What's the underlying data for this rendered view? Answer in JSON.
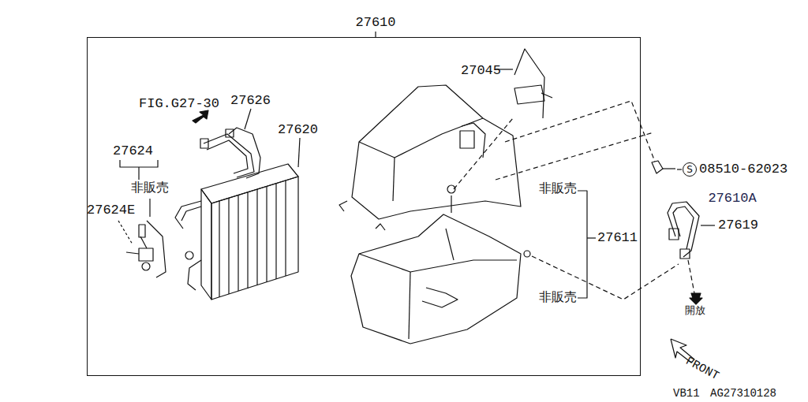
{
  "diagram": {
    "nodes": [
      {
        "text": [
          "27610"
        ]
      },
      {
        "text": [
          "27610A"
        ],
        "in": 0
      },
      {
        "text": [
          "S"
        ]
      }
    ],
    "labels": [
      "27045",
      "FIG.G27-30",
      "27626",
      "27620",
      "27624",
      "非販売",
      "27624E",
      "非販売",
      "08510-62023",
      "27611",
      "27619",
      "非販売",
      "開放",
      "FRONT",
      "VB11",
      "AG27310128"
    ]
  }
}
